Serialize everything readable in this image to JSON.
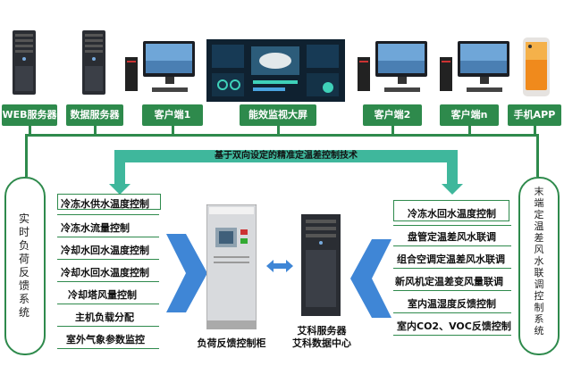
{
  "devices": [
    {
      "id": "web",
      "label": "WEB服务器"
    },
    {
      "id": "data",
      "label": "数据服务器"
    },
    {
      "id": "client1",
      "label": "客户端1"
    },
    {
      "id": "screen",
      "label": "能效监视大屏"
    },
    {
      "id": "client2",
      "label": "客户端2"
    },
    {
      "id": "clientn",
      "label": "客户端n"
    },
    {
      "id": "phone",
      "label": "手机APP"
    }
  ],
  "tech_banner": "基于双向设定的精准定温差控制技术",
  "left_panel": {
    "title": "实时负荷反馈系统",
    "items": [
      "冷冻水供水温度控制",
      "冷冻水流量控制",
      "冷却水回水温度控制",
      "冷却水回水温度控制",
      "冷却塔风量控制",
      "主机负载分配",
      "室外气象参数监控"
    ]
  },
  "right_panel": {
    "title": "末端定温差风水联调控制系统",
    "items": [
      "冷冻水回水温度控制",
      "盘管定温差风水联调",
      "组合空调定温差风水联调",
      "新风机定温差变风量联调",
      "室内温湿度反馈控制",
      "室内CO2、VOC反馈控制"
    ]
  },
  "center": {
    "cabinet_label": "负荷反馈控制柜",
    "server_label_1": "艾科服务器",
    "server_label_2": "艾科数据中心"
  },
  "colors": {
    "green": "#2e8a4c",
    "teal": "#3fb79c",
    "blue_arrow": "#3f86d6"
  }
}
